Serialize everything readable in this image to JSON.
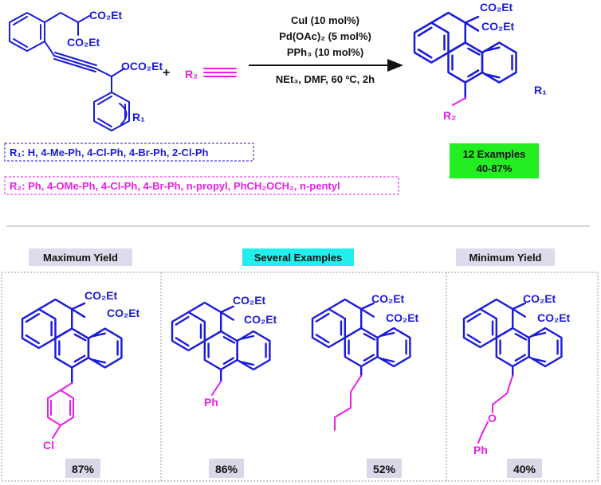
{
  "reaction": {
    "reagents": {
      "catalyst1": "CuI (10 mol%)",
      "catalyst2": "Pd(OAc)₂ (5 mol%)",
      "ligand": "PPh₃ (10 mol%)",
      "conditions": "NEt₃, DMF, 60 ºC, 2h"
    },
    "plus": "+",
    "alkyne_label": "R₂",
    "substrate": {
      "ester1": "CO₂Et",
      "ester2": "CO₂Et",
      "carbonate": "OCO₂Et",
      "aryl_sub": "R₁"
    },
    "product": {
      "ester1": "CO₂Et",
      "ester2": "CO₂Et",
      "r1": "R₁",
      "r2": "R₂"
    }
  },
  "scope": {
    "r1_list": "R₁: H, 4-Me-Ph, 4-Cl-Ph, 4-Br-Ph, 2-Cl-Ph",
    "r2_list": "R₂: Ph, 4-OMe-Ph, 4-Cl-Ph, 4-Br-Ph, n-propyl, PhCH₂OCH₂, n-pentyl",
    "examples_line1": "12 Examples",
    "examples_line2": "40-87%"
  },
  "panels": {
    "max_title": "Maximum Yield",
    "several_title": "Several Examples",
    "min_title": "Minimum Yield"
  },
  "examples": [
    {
      "ester1": "CO₂Et",
      "ester2": "CO₂Et",
      "substituent": "Cl",
      "yield": "87%"
    },
    {
      "ester1": "CO₂Et",
      "ester2": "CO₂Et",
      "substituent": "Ph",
      "yield": "86%"
    },
    {
      "ester1": "CO₂Et",
      "ester2": "CO₂Et",
      "substituent": "",
      "yield": "52%"
    },
    {
      "ester1": "CO₂Et",
      "ester2": "CO₂Et",
      "substituent": "O",
      "substituent2": "Ph",
      "yield": "40%"
    }
  ],
  "colors": {
    "scaffold": "#1a1adc",
    "variable": "#e81ee8",
    "examples_box": "#22ee22",
    "several_highlight": "#22eeee",
    "title_box": "#dcdcec",
    "yield_box": "#d8d8e8"
  }
}
